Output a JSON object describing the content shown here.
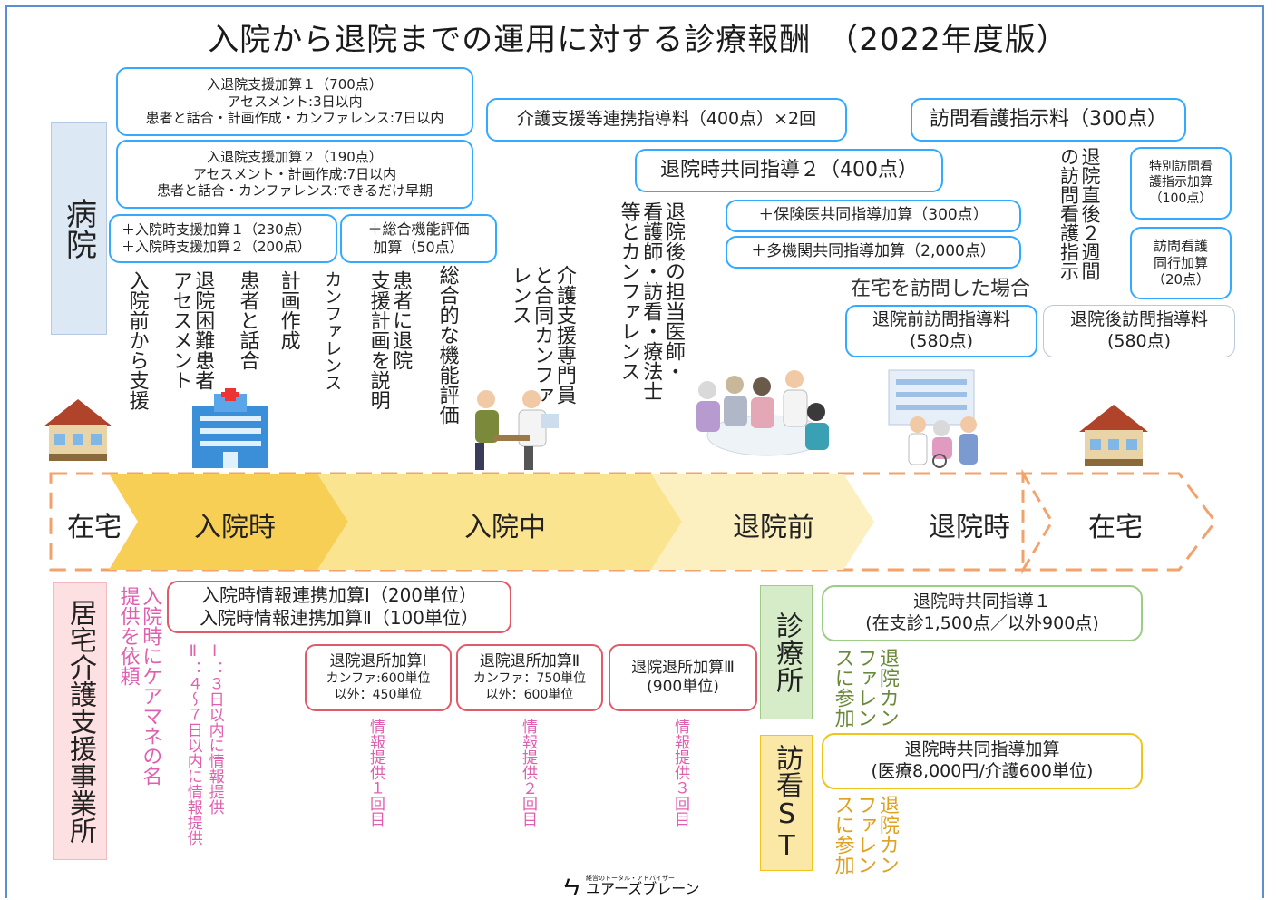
{
  "title": "入院から退院までの運用に対する診療報酬　（2022年度版）",
  "hospital_label": "病院",
  "care_office_label": "居宅介護支援事業所",
  "clinic_label": "診療所",
  "nursing_st_label": "訪看ST",
  "top_boxes": {
    "admission_support_1": [
      "入退院支援加算１（700点）",
      "アセスメント:3日以内",
      "患者と話合・計画作成・カンファレンス:7日以内"
    ],
    "admission_support_2": [
      "入退院支援加算２（190点）",
      "アセスメント・計画作成:7日以内",
      "患者と話合・カンファレンス:できるだけ早期"
    ],
    "admission_time_support": [
      "＋入院時支援加算１（230点）",
      "＋入院時支援加算２（200点）"
    ],
    "comprehensive_eval": [
      "＋総合機能評価",
      "加算（50点）"
    ],
    "care_support_guidance": "介護支援等連携指導料（400点）×2回",
    "home_nursing_instruction": "訪問看護指示料（300点）",
    "discharge_joint_guidance_2": "退院時共同指導２（400点）",
    "insurance_doctor_add": "＋保険医共同指導加算（300点）",
    "multi_agency_add": "＋多機関共同指導加算（2,000点）",
    "special_instruction_add": [
      "特別訪問看",
      "護指示加算",
      "（100点）"
    ],
    "accompany_add": [
      "訪問看護",
      "同行加算",
      "（20点）"
    ],
    "home_visit_case": "在宅を訪問した場合",
    "pre_discharge_visit": [
      "退院前訪問指導料",
      "(580点)"
    ],
    "post_discharge_visit": [
      "退院後訪問指導料",
      "(580点)"
    ]
  },
  "vertical_notes_top": {
    "v1": "入院前から支援",
    "v2": "退院困難患者\nアセスメント",
    "v3": "患者と話合",
    "v4": "計画作成",
    "v5": "カンファレンス",
    "v6": "患者に退院\n支援計画を説明",
    "v7": "総合的な機能評価",
    "v8": "介護支援専門員\nと合同カンファ\nレンス",
    "v9": "退院後の担当医師・\n看護師・訪看・療法士\n等とカンファレンス",
    "v10": "退院直後２週間\nの訪問看護指示"
  },
  "stages": [
    "在宅",
    "入院時",
    "入院中",
    "退院前",
    "退院時",
    "在宅"
  ],
  "bottom": {
    "request_note": "入院時にケアマネの名\n提供を依頼",
    "info_timing": "Ⅰ：３日以内に情報提供\nⅡ：４～７日以内に情報提供",
    "info_link": [
      "入院時情報連携加算Ⅰ（200単位）",
      "入院時情報連携加算Ⅱ（100単位）"
    ],
    "discharge_add_1": [
      "退院退所加算Ⅰ",
      "カンファ:600単位",
      "以外：450単位"
    ],
    "discharge_add_2": [
      "退院退所加算Ⅱ",
      "カンファ：750単位",
      "以外：600単位"
    ],
    "discharge_add_3": [
      "退院退所加算Ⅲ",
      "(900単位)"
    ],
    "info_once": "情報提供１回目",
    "info_twice": "情報提供２回目",
    "info_thrice": "情報提供３回目",
    "clinic_joint_guidance": [
      "退院時共同指導１",
      "(在支診1,500点／以外900点)"
    ],
    "clinic_conf": "退院カン\nファレン\nスに参加",
    "st_joint_guidance_add": [
      "退院時共同指導加算",
      "(医療8,000円/介護600単位)"
    ],
    "st_conf": "退院カン\nファレン\nスに参加"
  },
  "logo": {
    "tagline": "経営のトータル・アドバイザー",
    "company": "ユアーズブレーン"
  },
  "colors": {
    "blue": "#33aaff",
    "red": "#e05a6a",
    "pink": "#e060b0",
    "green": "#6a8a3a",
    "gold": "#e0a020"
  }
}
